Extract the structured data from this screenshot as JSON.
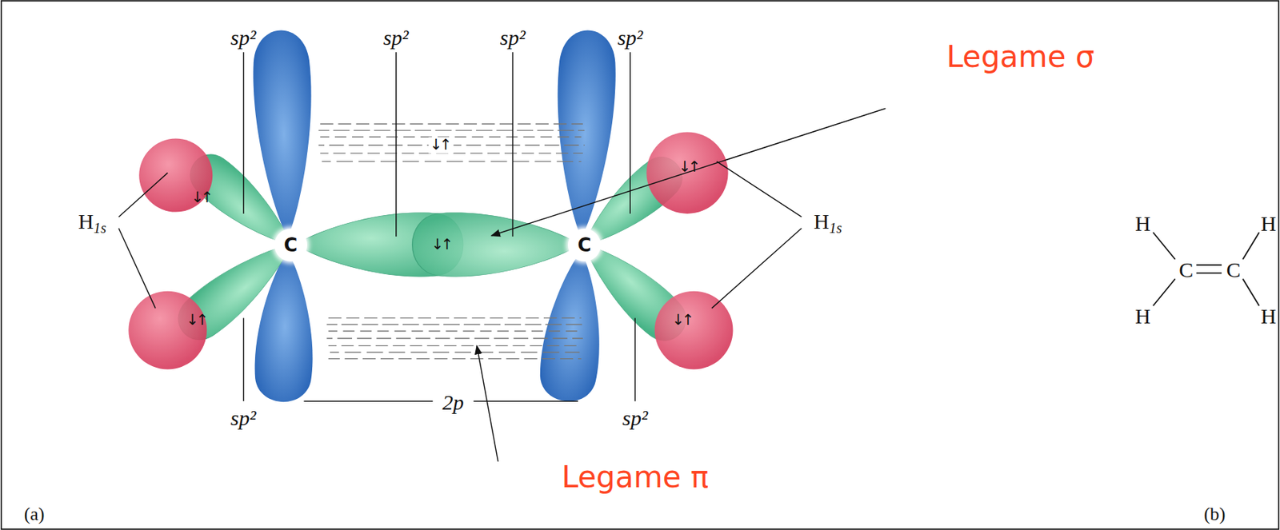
{
  "diagram": {
    "nodes": [
      {
        "text": [
          "C"
        ]
      },
      {
        "text": [
          "C"
        ]
      }
    ],
    "labels": [
      "sp²",
      "sp²",
      "sp²",
      "sp²",
      "Legame σ",
      "↓↑",
      "↓↑",
      "↓↑",
      "H1s",
      "H1s",
      "↓↑",
      "↓↑",
      "↓↑",
      "sp²",
      "sp²",
      "2p",
      "Legame π",
      "(a)",
      "(b)",
      "H",
      "H",
      "C",
      "C",
      "H",
      "H"
    ]
  }
}
